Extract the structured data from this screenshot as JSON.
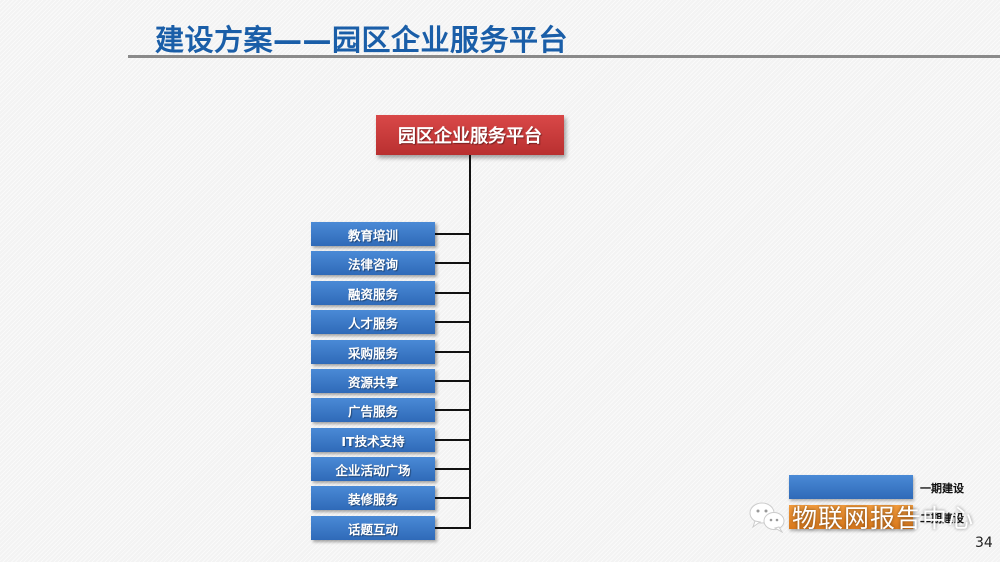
{
  "slide": {
    "title": "建设方案——园区企业服务平台",
    "page_number": "34"
  },
  "diagram": {
    "root": {
      "label": "园区企业服务平台",
      "color": "#c93b3b"
    },
    "children": [
      {
        "label": "教育培训",
        "phase": "一期建设"
      },
      {
        "label": "法律咨询",
        "phase": "一期建设"
      },
      {
        "label": "融资服务",
        "phase": "一期建设"
      },
      {
        "label": "人才服务",
        "phase": "一期建设"
      },
      {
        "label": "采购服务",
        "phase": "一期建设"
      },
      {
        "label": "资源共享",
        "phase": "一期建设"
      },
      {
        "label": "广告服务",
        "phase": "一期建设"
      },
      {
        "label": "IT技术支持",
        "phase": "一期建设"
      },
      {
        "label": "企业活动广场",
        "phase": "一期建设"
      },
      {
        "label": "装修服务",
        "phase": "一期建设"
      },
      {
        "label": "话题互动",
        "phase": "一期建设"
      }
    ],
    "child_color": "#3b78c8"
  },
  "legend": {
    "items": [
      {
        "label": "一期建设",
        "color": "#3b78c8"
      },
      {
        "label": "二期建设",
        "color": "#e8892a"
      }
    ]
  },
  "watermark": {
    "text": "物联网报告中心",
    "icon": "wechat-icon"
  }
}
